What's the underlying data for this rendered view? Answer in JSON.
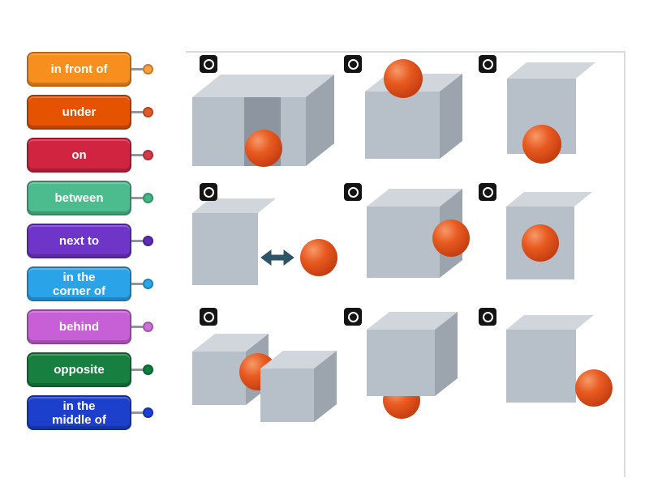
{
  "labels": [
    {
      "text": "in front of",
      "color": "#f78f1e",
      "dot": "#f9a03c"
    },
    {
      "text": "under",
      "color": "#e65300",
      "dot": "#e35b2b"
    },
    {
      "text": "on",
      "color": "#d02440",
      "dot": "#d63a4a"
    },
    {
      "text": "between",
      "color": "#4cbb8d",
      "dot": "#43b689"
    },
    {
      "text": "next to",
      "color": "#6e35c8",
      "dot": "#5d2bb8"
    },
    {
      "text": "in the\ncorner of",
      "color": "#2ba3e8",
      "dot": "#2aa6ea"
    },
    {
      "text": "behind",
      "color": "#c75fd6",
      "dot": "#cd70da"
    },
    {
      "text": "opposite",
      "color": "#177f40",
      "dot": "#0e7e3e"
    },
    {
      "text": "in the\nmiddle of",
      "color": "#1d40cc",
      "dot": "#1b41d4"
    }
  ],
  "connector": {
    "line_color": "#8f979d"
  },
  "board": {
    "border_color": "#dadde0"
  },
  "scene": {
    "cube_colors": {
      "front": "#b7bfc8",
      "top": "#d0d6dc",
      "side": "#9ca5ae",
      "recess": "#8d96a0"
    },
    "ball_colors": {
      "highlight": "#f59a6a",
      "mid": "#e85a20",
      "edge": "#c23b10"
    },
    "marker": {
      "bg": "#141414",
      "ring": "#ffffff"
    },
    "arrow_color": "#2d5566",
    "figures": [
      "wide block with recess, ball in the recess",
      "cube with ball on top",
      "box with ball in front",
      "box and ball apart with double arrow",
      "cube with ball at its right side",
      "box with ball in the middle",
      "two cubes with ball between them",
      "cube with ball underneath",
      "box with ball at bottom-right corner"
    ]
  }
}
